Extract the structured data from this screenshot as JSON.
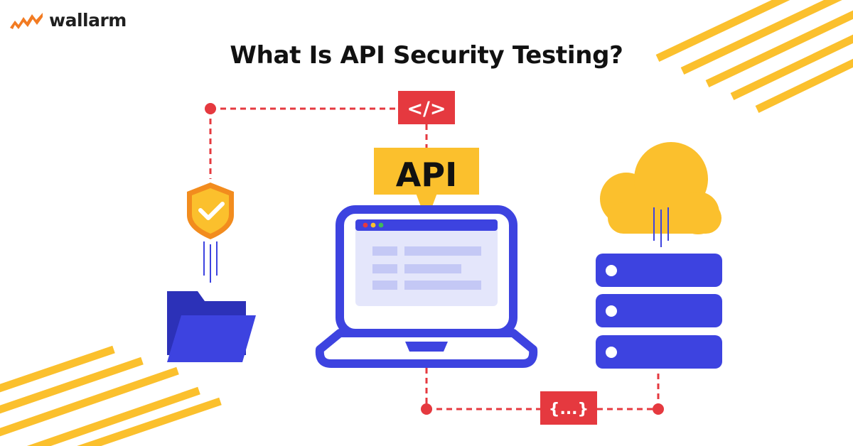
{
  "brand": {
    "name": "wallarm"
  },
  "page": {
    "title": "What Is API Security Testing?"
  },
  "diagram": {
    "api_bubble_label": "API",
    "code_tag_label": "</>",
    "json_tag_label": "{...}"
  },
  "colors": {
    "accent_yellow": "#FBC02D",
    "primary_blue": "#3D43E0",
    "alert_red": "#E5393F",
    "light_panel": "#E4E6FB"
  },
  "icons": [
    "wallarm-logo-icon",
    "shield-check-icon",
    "folder-icon",
    "laptop-icon",
    "cloud-icon",
    "server-stack-icon",
    "code-tag-icon",
    "json-tag-icon"
  ]
}
